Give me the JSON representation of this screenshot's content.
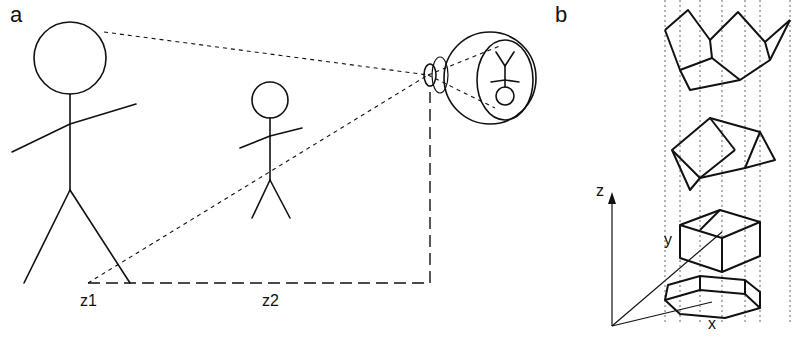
{
  "diagram": {
    "labels": [
      "a",
      "b",
      "z",
      "y",
      "z1",
      "z2",
      "x"
    ]
  }
}
